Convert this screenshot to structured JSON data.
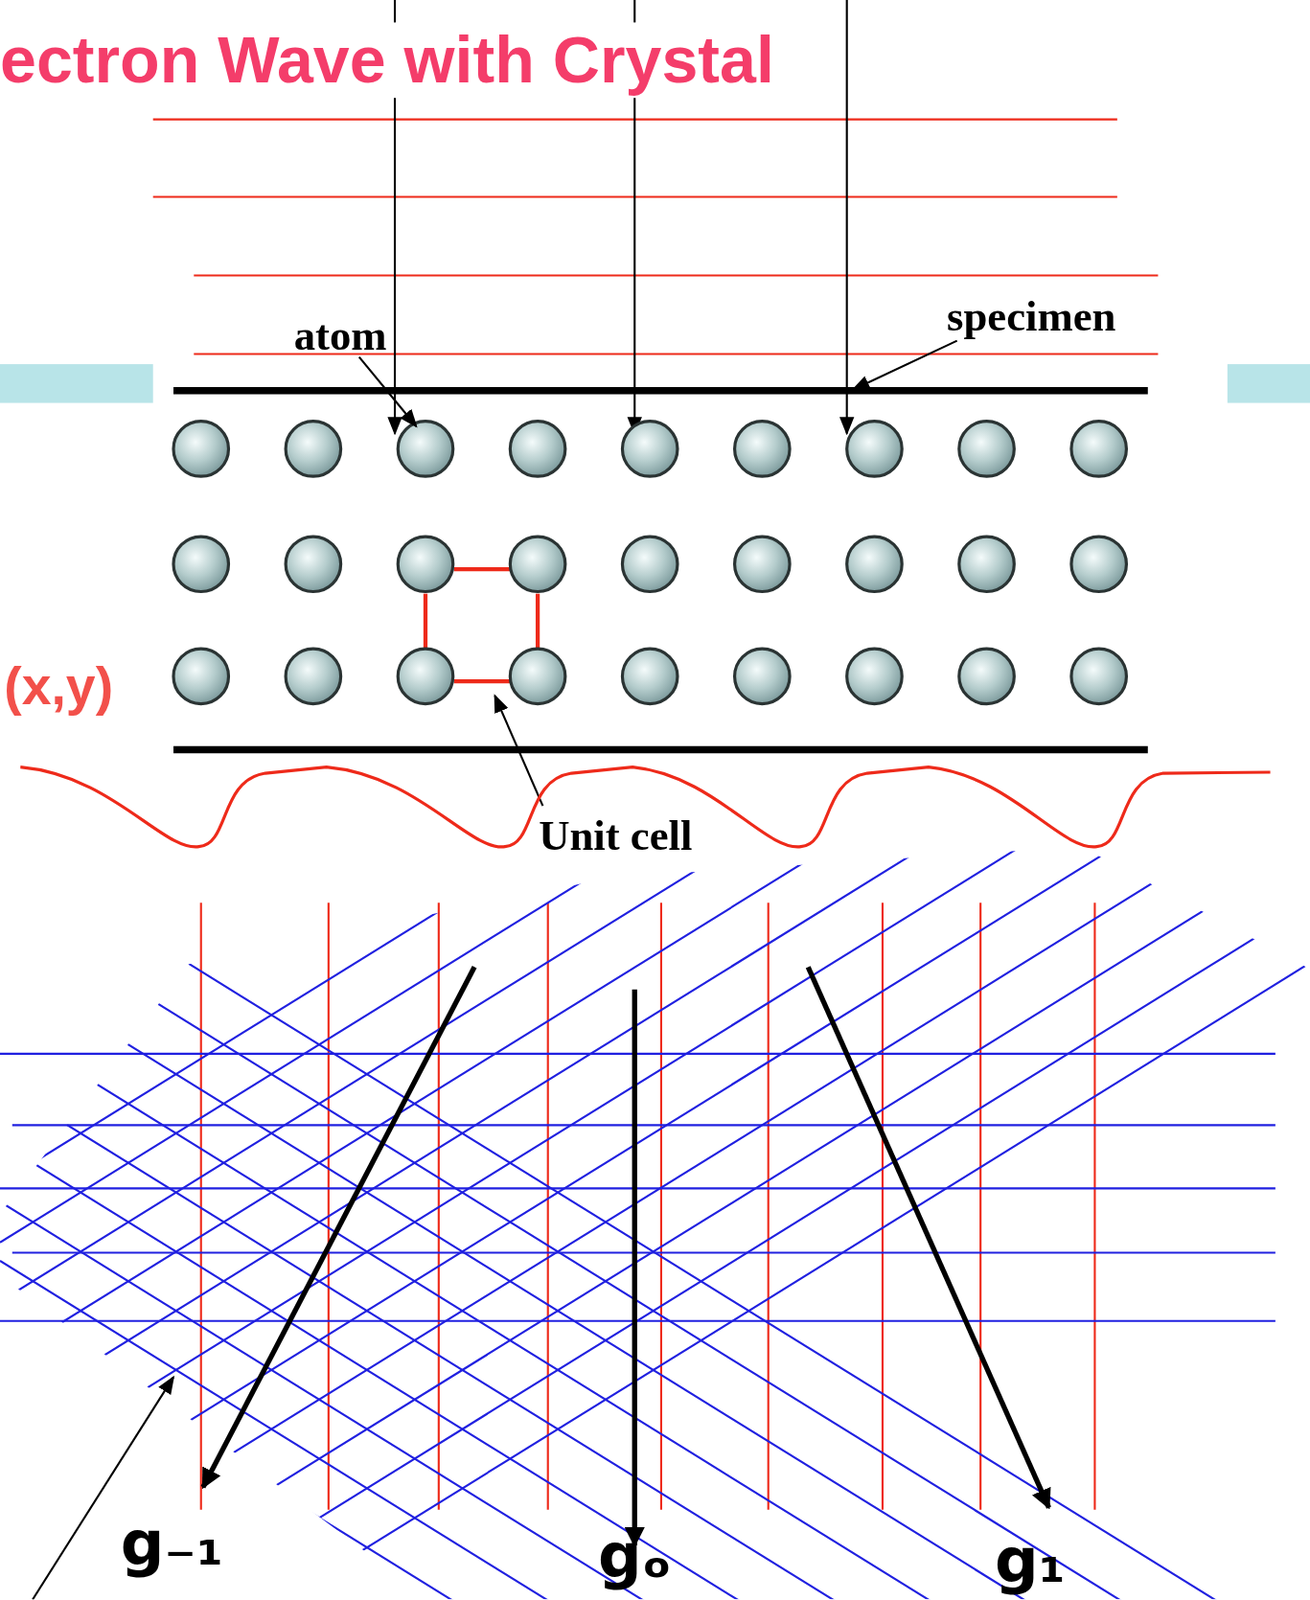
{
  "diagram": {
    "title": "ectron Wave with Crystal",
    "labels": [
      "atom",
      "specimen",
      "(x,y)",
      "Unit cell",
      "g₋₁",
      "gₒ",
      "g₁"
    ]
  }
}
